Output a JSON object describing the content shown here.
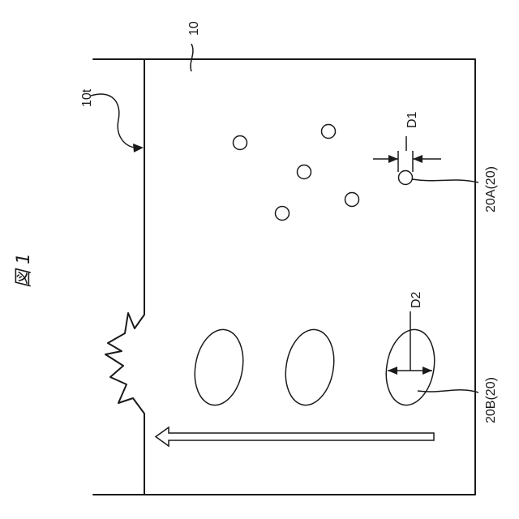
{
  "figure_label": "図 1",
  "labels": {
    "body": "10",
    "surface": "10t",
    "d1": "D1",
    "d2": "D2",
    "pores_a": "20A(20)",
    "pores_b": "20B(20)"
  }
}
